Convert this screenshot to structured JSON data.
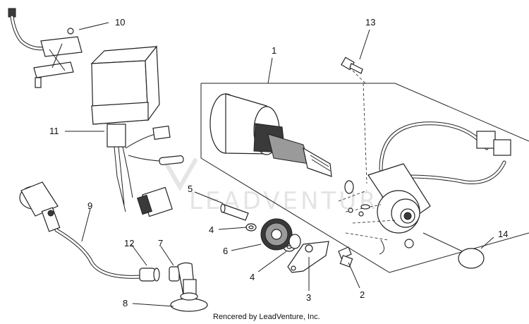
{
  "callouts": {
    "c1": "1",
    "c2": "2",
    "c3": "3",
    "c4a": "4",
    "c4b": "4",
    "c5": "5",
    "c6": "6",
    "c7": "7",
    "c8": "8",
    "c9": "9",
    "c10": "10",
    "c11": "11",
    "c12": "12",
    "c13": "13",
    "c14": "14"
  },
  "watermark": "LEADVENTURE",
  "credit": "Rencered by LeadVenture, Inc."
}
